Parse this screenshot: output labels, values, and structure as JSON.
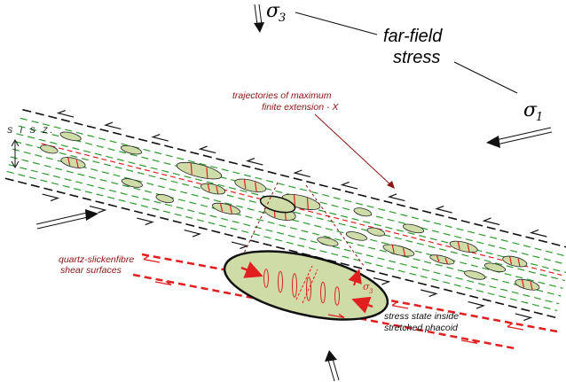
{
  "labels": {
    "sigma3": "σ",
    "sigma3_sub": "3",
    "sigma1": "σ",
    "sigma1_sub": "1",
    "far_field_line1": "far-field",
    "far_field_line2": "stress",
    "sisz": "S I S Z.",
    "traj_line1": "trajectories of maximum",
    "traj_line2": "finite extension - X",
    "quartz_line1": "quartz-slickenfibre",
    "quartz_line2": "shear surfaces",
    "stress_inside_line1": "stress state inside",
    "stress_inside_line2": "stretched phacoid",
    "inset_sigma": "σ",
    "inset_sigma_sub": "3"
  },
  "colors": {
    "green_dash": "#2f9a2f",
    "phacoid_fill": "#cfdca8",
    "red": "#e21f1f",
    "dark_red": "#8b1414",
    "black": "#111111"
  },
  "icons": {
    "shear_arrow": "harpoon-arrow",
    "stress_arrow": "double-line-arrow"
  }
}
